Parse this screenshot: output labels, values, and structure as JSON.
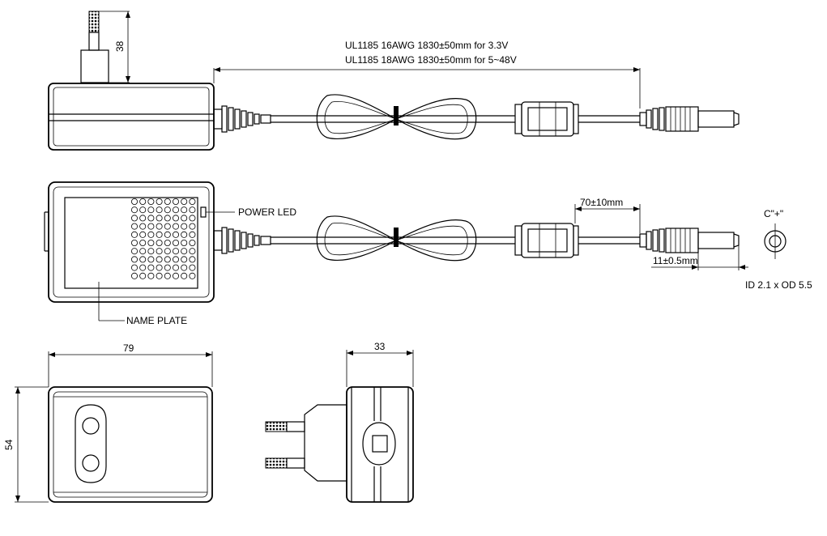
{
  "labels": {
    "cable_spec_line1": "UL1185 16AWG 1830±50mm for 3.3V",
    "cable_spec_line2": "UL1185 18AWG 1830±50mm for 5~48V",
    "plug_height": "38",
    "power_led": "POWER LED",
    "name_plate": "NAME PLATE",
    "ferrite_to_plug": "70±10mm",
    "plug_length": "11±0.5mm",
    "polarity": "C\"+\"",
    "plug_size": "ID 2.1 x OD 5.5",
    "case_length": "79",
    "case_width": "54",
    "case_depth": "33"
  }
}
